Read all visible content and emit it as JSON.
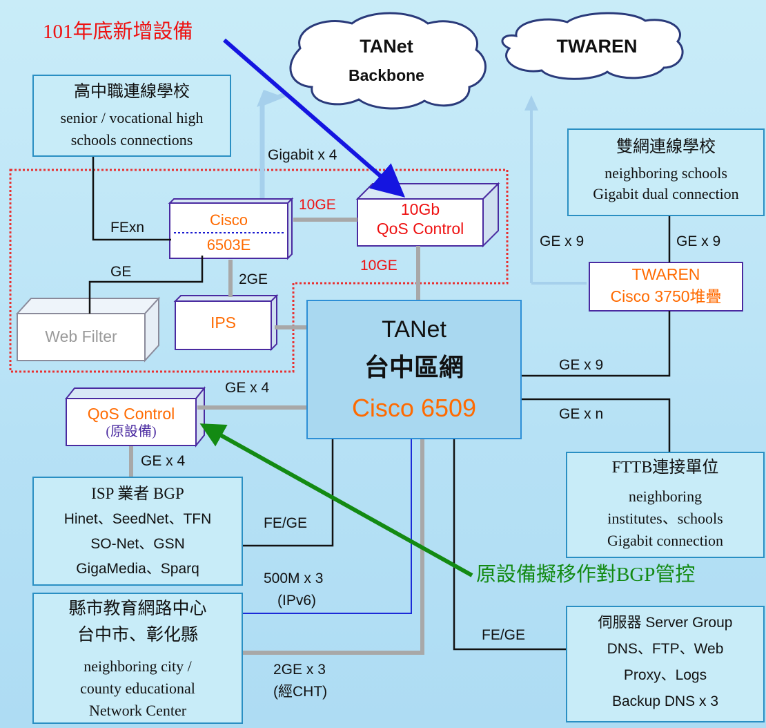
{
  "clouds": {
    "tanet_line1": "TANet",
    "tanet_line2": "Backbone",
    "twaren": "TWAREN"
  },
  "annotations": {
    "new_equipment": "101年底新增設備",
    "migrate_note": "原設備擬移作對BGP管控"
  },
  "high_school": {
    "zh": "高中職連線學校",
    "en1": "senior / vocational high",
    "en2": "schools connections"
  },
  "dual_school": {
    "zh": "雙網連線學校",
    "en1": "neighboring schools",
    "en2": "Gigabit dual connection"
  },
  "cisco6503": {
    "line1": "Cisco",
    "line2": "6503E"
  },
  "qos10g": {
    "line1": "10Gb",
    "line2": "QoS Control"
  },
  "ips": "IPS",
  "web_filter": "Web Filter",
  "twaren_switch": {
    "line1": "TWAREN",
    "line2": "Cisco 3750堆疊"
  },
  "core": {
    "line1": "TANet",
    "line2": "台中區網",
    "line3": "Cisco 6509"
  },
  "qos_orig": {
    "line1": "QoS Control",
    "line2": "(原設備)"
  },
  "isp": {
    "title": "ISP 業者 BGP",
    "l1": "Hinet、SeedNet、TFN",
    "l2": "SO-Net、GSN",
    "l3": "GigaMedia、Sparq"
  },
  "county": {
    "zh1": "縣市教育網路中心",
    "zh2": "台中市、彰化縣",
    "en1": "neighboring city /",
    "en2": "county educational",
    "en3": "Network Center"
  },
  "fttb": {
    "zh": "FTTB連接單位",
    "en1": "neighboring",
    "en2": "institutes、schools",
    "en3": "Gigabit connection"
  },
  "server": {
    "l1": "伺服器 Server Group",
    "l2": "DNS、FTP、Web",
    "l3": "Proxy、Logs",
    "l4": "Backup DNS x 3"
  },
  "links": {
    "gigabit4": "Gigabit x 4",
    "fexn": "FExn",
    "ge_webfilter": "GE",
    "ge10_top": "10GE",
    "ge10_down": "10GE",
    "ge2": "2GE",
    "gex9_left": "GE x 9",
    "gex9_right": "GE x 9",
    "gex9_core": "GE x 9",
    "gexn": "GE x n",
    "gex4_core": "GE x 4",
    "gex4_isp": "GE x 4",
    "fege_isp": "FE/GE",
    "m500": "500M x 3",
    "ipv6": "(IPv6)",
    "ge2x3": "2GE x 3",
    "cht": "(經CHT)",
    "fege_server": "FE/GE"
  },
  "colors": {
    "orange_label": "#ff6a00",
    "red_label": "#ee1111",
    "green_note": "#138a13",
    "blue_arrow": "#1515e0",
    "purple_border": "#4a2aa0"
  }
}
